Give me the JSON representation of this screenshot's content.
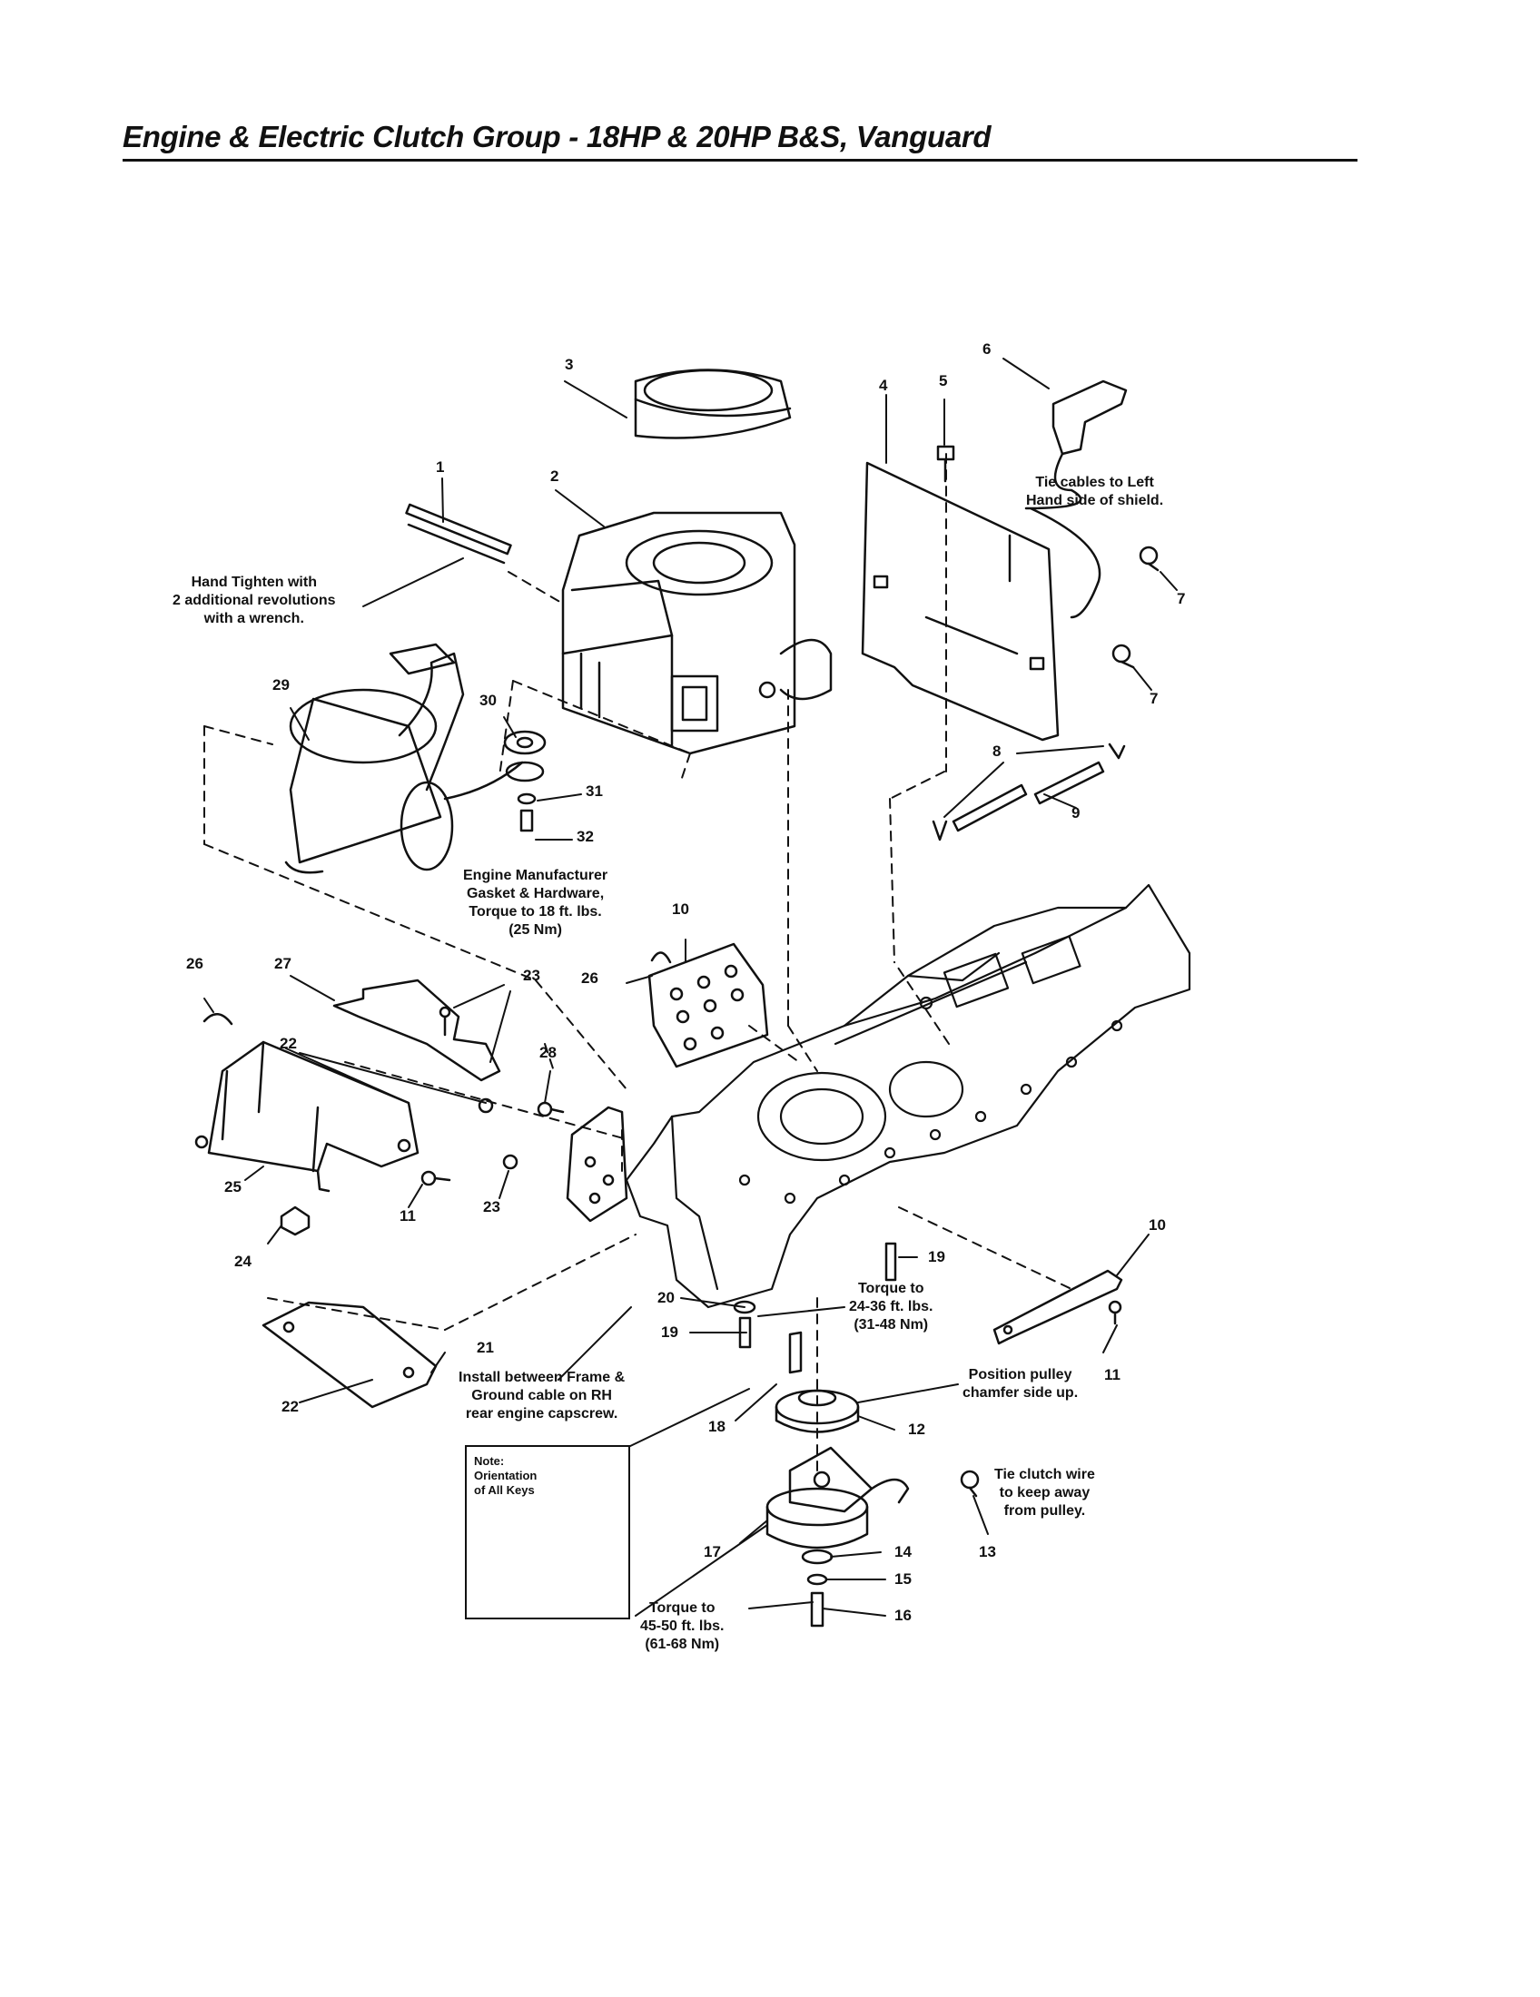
{
  "title": "Engine & Electric Clutch Group - 18HP & 20HP B&S, Vanguard",
  "part_numbers": [
    "1",
    "2",
    "3",
    "4",
    "5",
    "6",
    "7",
    "7",
    "8",
    "9",
    "10",
    "10",
    "11",
    "11",
    "12",
    "13",
    "14",
    "15",
    "16",
    "17",
    "18",
    "19",
    "19",
    "20",
    "21",
    "22",
    "22",
    "23",
    "23",
    "24",
    "25",
    "26",
    "26",
    "27",
    "28",
    "29",
    "30",
    "31",
    "32"
  ],
  "notes": {
    "hand_tighten": [
      "Hand Tighten with",
      "2 additional revolutions",
      "with a wrench."
    ],
    "tie_cables": [
      "Tie cables to Left",
      "Hand side of shield."
    ],
    "engine_gasket": [
      "Engine Manufacturer",
      "Gasket & Hardware,",
      "Torque to 18 ft. lbs.",
      "(25 Nm)"
    ],
    "torque_24_36": [
      "Torque to",
      "24-36 ft. lbs.",
      "(31-48 Nm)"
    ],
    "install_between": [
      "Install between Frame &",
      "Ground cable on RH",
      "rear engine capscrew."
    ],
    "position_pulley": [
      "Position pulley",
      "chamfer side up."
    ],
    "tie_clutch": [
      "Tie clutch wire",
      "to keep away",
      "from pulley."
    ],
    "torque_45_50": [
      "Torque to",
      "45-50 ft. lbs.",
      "(61-68 Nm)"
    ],
    "keys_note": [
      "Note:",
      "Orientation",
      "of All Keys"
    ]
  }
}
